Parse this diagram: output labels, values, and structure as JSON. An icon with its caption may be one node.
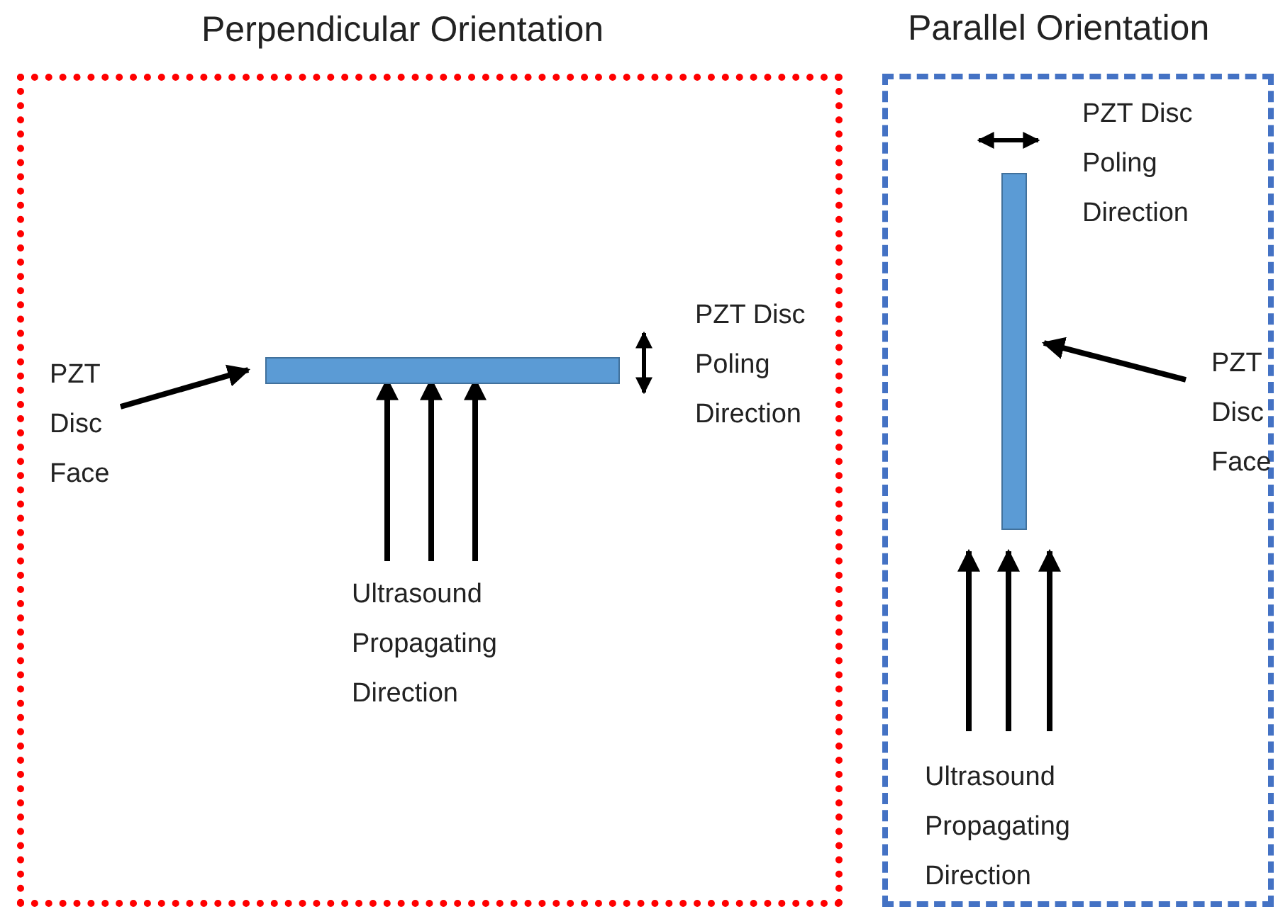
{
  "diagram": {
    "nodes": [
      {
        "text": [
          "Perpendicular Orientation"
        ]
      },
      {
        "text": [],
        "shape": "bar",
        "in": 0
      },
      {
        "text": [
          "PZT Disc Face"
        ],
        "in": 0
      },
      {
        "text": [
          "Ultrasound Propagating Direction"
        ],
        "in": 0
      },
      {
        "text": [
          "Parallel Orientation"
        ]
      },
      {
        "text": [],
        "shape": "bar",
        "in": 4
      },
      {
        "text": [
          "PZT Disc Face"
        ],
        "in": 4
      },
      {
        "text": [
          "Ultrasound Propagating Direction"
        ],
        "in": 4
      }
    ],
    "edges": [
      {
        "from": 2,
        "to": 1,
        "arrow": "to"
      },
      {
        "from": 3,
        "to": 1,
        "arrow": "to"
      },
      {
        "from": 3,
        "to": 1,
        "arrow": "to"
      },
      {
        "from": 3,
        "to": 1,
        "arrow": "to"
      },
      {
        "from": 6,
        "to": 5,
        "arrow": "to"
      },
      {
        "from": 7,
        "to": 5,
        "arrow": "to"
      },
      {
        "from": 7,
        "to": 5,
        "arrow": "to"
      },
      {
        "from": 7,
        "to": 5,
        "arrow": "to"
      }
    ],
    "labels": [
      "PZT Disc Poling Direction",
      "PZT Disc Poling Direction"
    ]
  }
}
